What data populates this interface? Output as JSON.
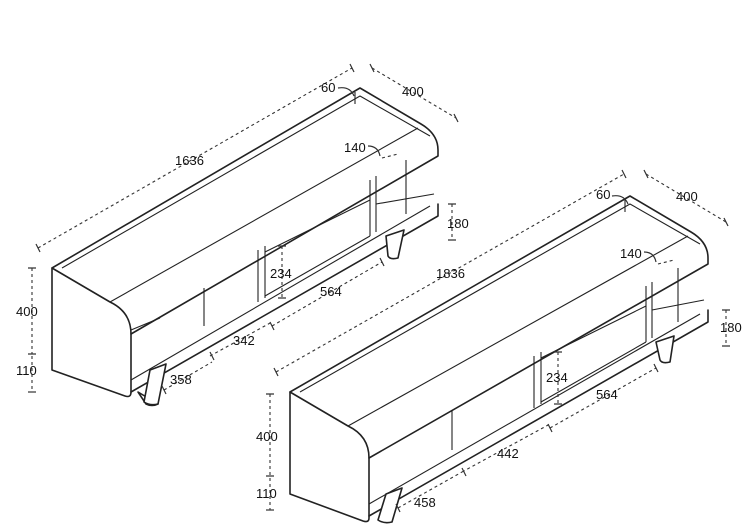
{
  "units": {
    "cabinet_small": {
      "length": "1636",
      "depth": "400",
      "top_board": "60",
      "inner_step": "140",
      "leg_gap_right": "180",
      "drawer_height": "234",
      "drawer_width": "564",
      "open_width": "342",
      "leg_offset": "358",
      "body_height": "400",
      "leg_height": "110"
    },
    "cabinet_large": {
      "length": "1836",
      "depth": "400",
      "top_board": "60",
      "inner_step": "140",
      "leg_gap_right": "180",
      "drawer_height": "234",
      "drawer_width": "564",
      "open_width": "442",
      "leg_offset": "458",
      "body_height": "400",
      "leg_height": "110"
    }
  }
}
